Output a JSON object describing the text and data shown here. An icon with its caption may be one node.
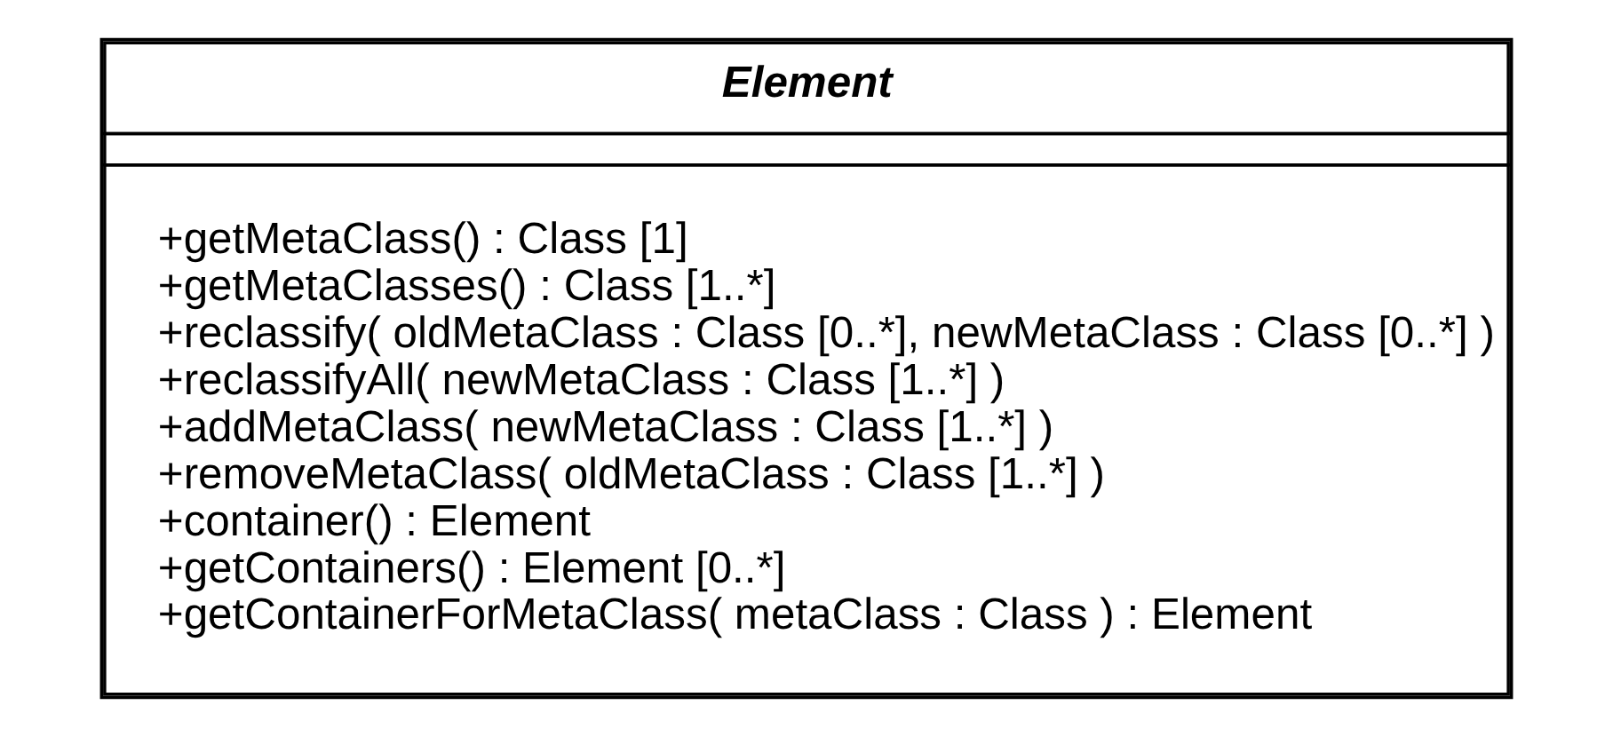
{
  "diagram": {
    "nodes": [
      {
        "text": [
          "Element",
          "+getMetaClass() : Class [1]",
          "+getMetaClasses() : Class [1..*]",
          "+reclassify( oldMetaClass : Class [0..*], newMetaClass : Class [0..*] )",
          "+reclassifyAll( newMetaClass : Class [1..*] )",
          "+addMetaClass( newMetaClass : Class [1..*] )",
          "+removeMetaClass( oldMetaClass : Class [1..*] )",
          "+container() : Element",
          "+getContainers() : Element [0..*]",
          "+getContainerForMetaClass( metaClass : Class ) : Element"
        ]
      }
    ]
  }
}
